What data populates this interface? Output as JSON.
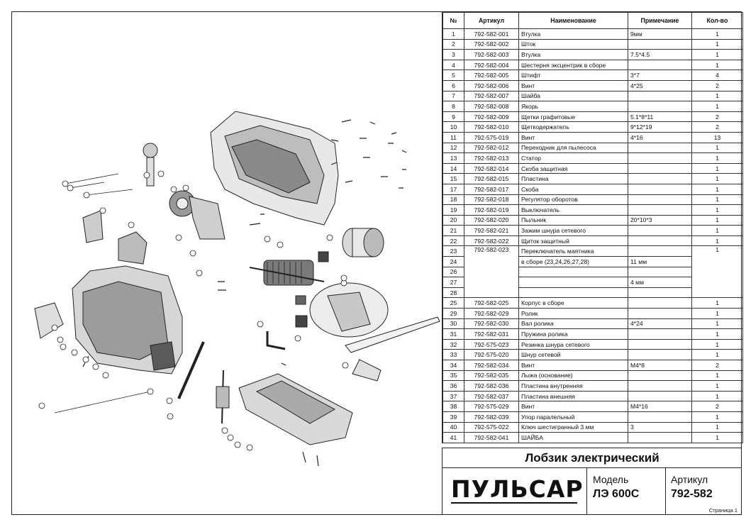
{
  "table": {
    "headers": [
      "№",
      "Артикул",
      "Наименование",
      "Примечание",
      "Кол-во"
    ],
    "rows": [
      [
        "1",
        "792-582-001",
        "Втулка",
        "9мм",
        "1"
      ],
      [
        "2",
        "792-582-002",
        "Шток",
        "",
        "1"
      ],
      [
        "3",
        "792-582-003",
        "Втулка",
        "7.5*4.5",
        "1"
      ],
      [
        "4",
        "792-582-004",
        "Шестерня эксцентрик в сборе",
        "",
        "1"
      ],
      [
        "5",
        "792-582-005",
        "Штифт",
        "3*7",
        "4"
      ],
      [
        "6",
        "792-582-006",
        "Винт",
        "4*25",
        "2"
      ],
      [
        "7",
        "792-582-007",
        "Шайба",
        "",
        "1"
      ],
      [
        "8",
        "792-582-008",
        "Якорь",
        "",
        "1"
      ],
      [
        "9",
        "792-582-009",
        "Щетки графитовые",
        "5.1*8*11",
        "2"
      ],
      [
        "10",
        "792-582-010",
        "Щеткодержатель",
        "9*12*19",
        "2"
      ],
      [
        "11",
        "792-575-019",
        "Винт",
        "4*16",
        "13"
      ],
      [
        "12",
        "792-582-012",
        "Переходник для пылесоса",
        "",
        "1"
      ],
      [
        "13",
        "792-582-013",
        "Статор",
        "",
        "1"
      ],
      [
        "14",
        "792-582-014",
        "Скоба защитная",
        "",
        "1"
      ],
      [
        "15",
        "792-582-015",
        "Пластина",
        "",
        "1"
      ],
      [
        "17",
        "792-582-017",
        "Скоба",
        "",
        "1"
      ],
      [
        "18",
        "792-582-018",
        "Регулятор оборотов",
        "",
        "1"
      ],
      [
        "19",
        "792-582-019",
        "Выключатель",
        "",
        "1"
      ],
      [
        "20",
        "792-582-020",
        "Пыльник",
        "20*10*3",
        "1"
      ],
      [
        "21",
        "792-582-021",
        "Зажим шнура сетевого",
        "",
        "1"
      ],
      [
        "22",
        "792-582-022",
        "Щиток защитный",
        "",
        "1"
      ]
    ],
    "group_row": {
      "num": "23",
      "article": "792-582-023",
      "name_line1": "Переключатель маятника",
      "name_line2": "в сборе (23,24,26,27,28)",
      "qty": "1",
      "sub": [
        {
          "num": "24",
          "note": "11 мм"
        },
        {
          "num": "26",
          "note": ""
        },
        {
          "num": "27",
          "note": "4 мм"
        },
        {
          "num": "28",
          "note": ""
        }
      ]
    },
    "rows2": [
      [
        "25",
        "792-582-025",
        "Корпус в сборе",
        "",
        "1"
      ],
      [
        "29",
        "792-582-029",
        "Ролик",
        "",
        "1"
      ],
      [
        "30",
        "792-582-030",
        "Вал ролика",
        "4*24",
        "1"
      ],
      [
        "31",
        "792-582-031",
        "Пружина ролика",
        "",
        "1"
      ],
      [
        "32",
        "792-575-023",
        "Резинка шнура сетевого",
        "",
        "1"
      ],
      [
        "33",
        "792-575-020",
        "Шнур сетевой",
        "",
        "1"
      ],
      [
        "34",
        "792-582-034",
        "Винт",
        "M4*8",
        "2"
      ],
      [
        "35",
        "792-582-035",
        "Лыжа (основание)",
        "",
        "1"
      ],
      [
        "36",
        "792-582-036",
        "Пластина внутренняя",
        "",
        "1"
      ],
      [
        "37",
        "792-582-037",
        "Пластина внешняя",
        "",
        "1"
      ],
      [
        "38",
        "792-575-029",
        "Винт",
        "M4*16",
        "2"
      ],
      [
        "39",
        "792-582-039",
        "Упор паралельный",
        "",
        "1"
      ],
      [
        "40",
        "792-575-022",
        "Ключ шестигранный 3 мм",
        "3",
        "1"
      ],
      [
        "41",
        "792-582-041",
        "ШАЙБА",
        "",
        "1"
      ]
    ]
  },
  "title_block": {
    "product_title": "Лобзик электрический",
    "brand": "ПУЛЬСАР",
    "model_label": "Модель",
    "model_value": "ЛЭ 600С",
    "article_label": "Артикул",
    "article_value": "792-582",
    "page": "Страница 1"
  }
}
